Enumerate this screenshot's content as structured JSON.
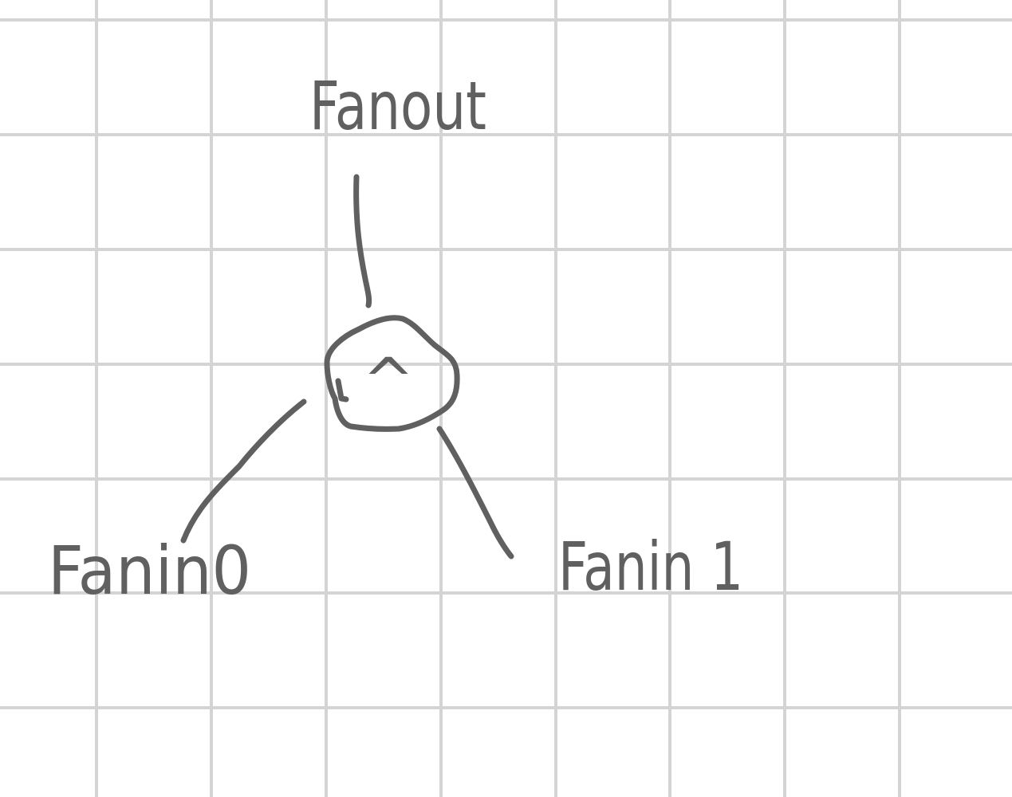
{
  "diagram": {
    "nodes": [
      {
        "id": "fanout",
        "label": "Fanout"
      },
      {
        "id": "and-gate",
        "label": "^"
      },
      {
        "id": "fanin0",
        "label": "Fanin0"
      },
      {
        "id": "fanin1",
        "label": "Fanin 1"
      }
    ],
    "edges": [
      {
        "from": "fanout",
        "to": "and-gate"
      },
      {
        "from": "and-gate",
        "to": "fanin0"
      },
      {
        "from": "and-gate",
        "to": "fanin1"
      }
    ]
  },
  "colors": {
    "ink": "#606060",
    "grid": "#d4d4d4",
    "background": "#ffffff"
  }
}
